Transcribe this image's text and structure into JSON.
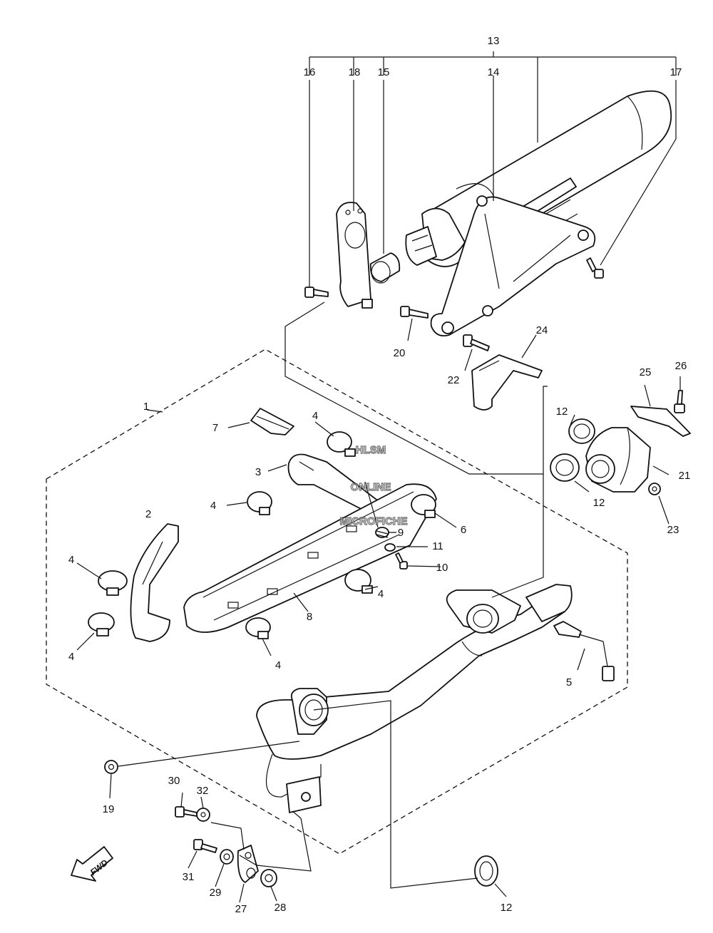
{
  "watermark": {
    "line1": "HLSM",
    "line2": "ONLINE",
    "line3": "MICROFICHE"
  },
  "direction_arrow": {
    "label": "FWD",
    "icon": "fwd-arrow-icon"
  },
  "callouts": {
    "c1": "1",
    "c2": "2",
    "c3": "3",
    "c4a": "4",
    "c4b": "4",
    "c4c": "4",
    "c4d": "4",
    "c4e": "4",
    "c4f": "4",
    "c5": "5",
    "c6": "6",
    "c7": "7",
    "c8": "8",
    "c9": "9",
    "c10": "10",
    "c11": "11",
    "c12a": "12",
    "c12b": "12",
    "c12c": "12",
    "c13": "13",
    "c14": "14",
    "c15": "15",
    "c16": "16",
    "c17": "17",
    "c18": "18",
    "c19": "19",
    "c20": "20",
    "c21": "21",
    "c22": "22",
    "c23": "23",
    "c24": "24",
    "c25": "25",
    "c26": "26",
    "c27": "27",
    "c28": "28",
    "c29": "29",
    "c30": "30",
    "c31": "31",
    "c32": "32"
  }
}
